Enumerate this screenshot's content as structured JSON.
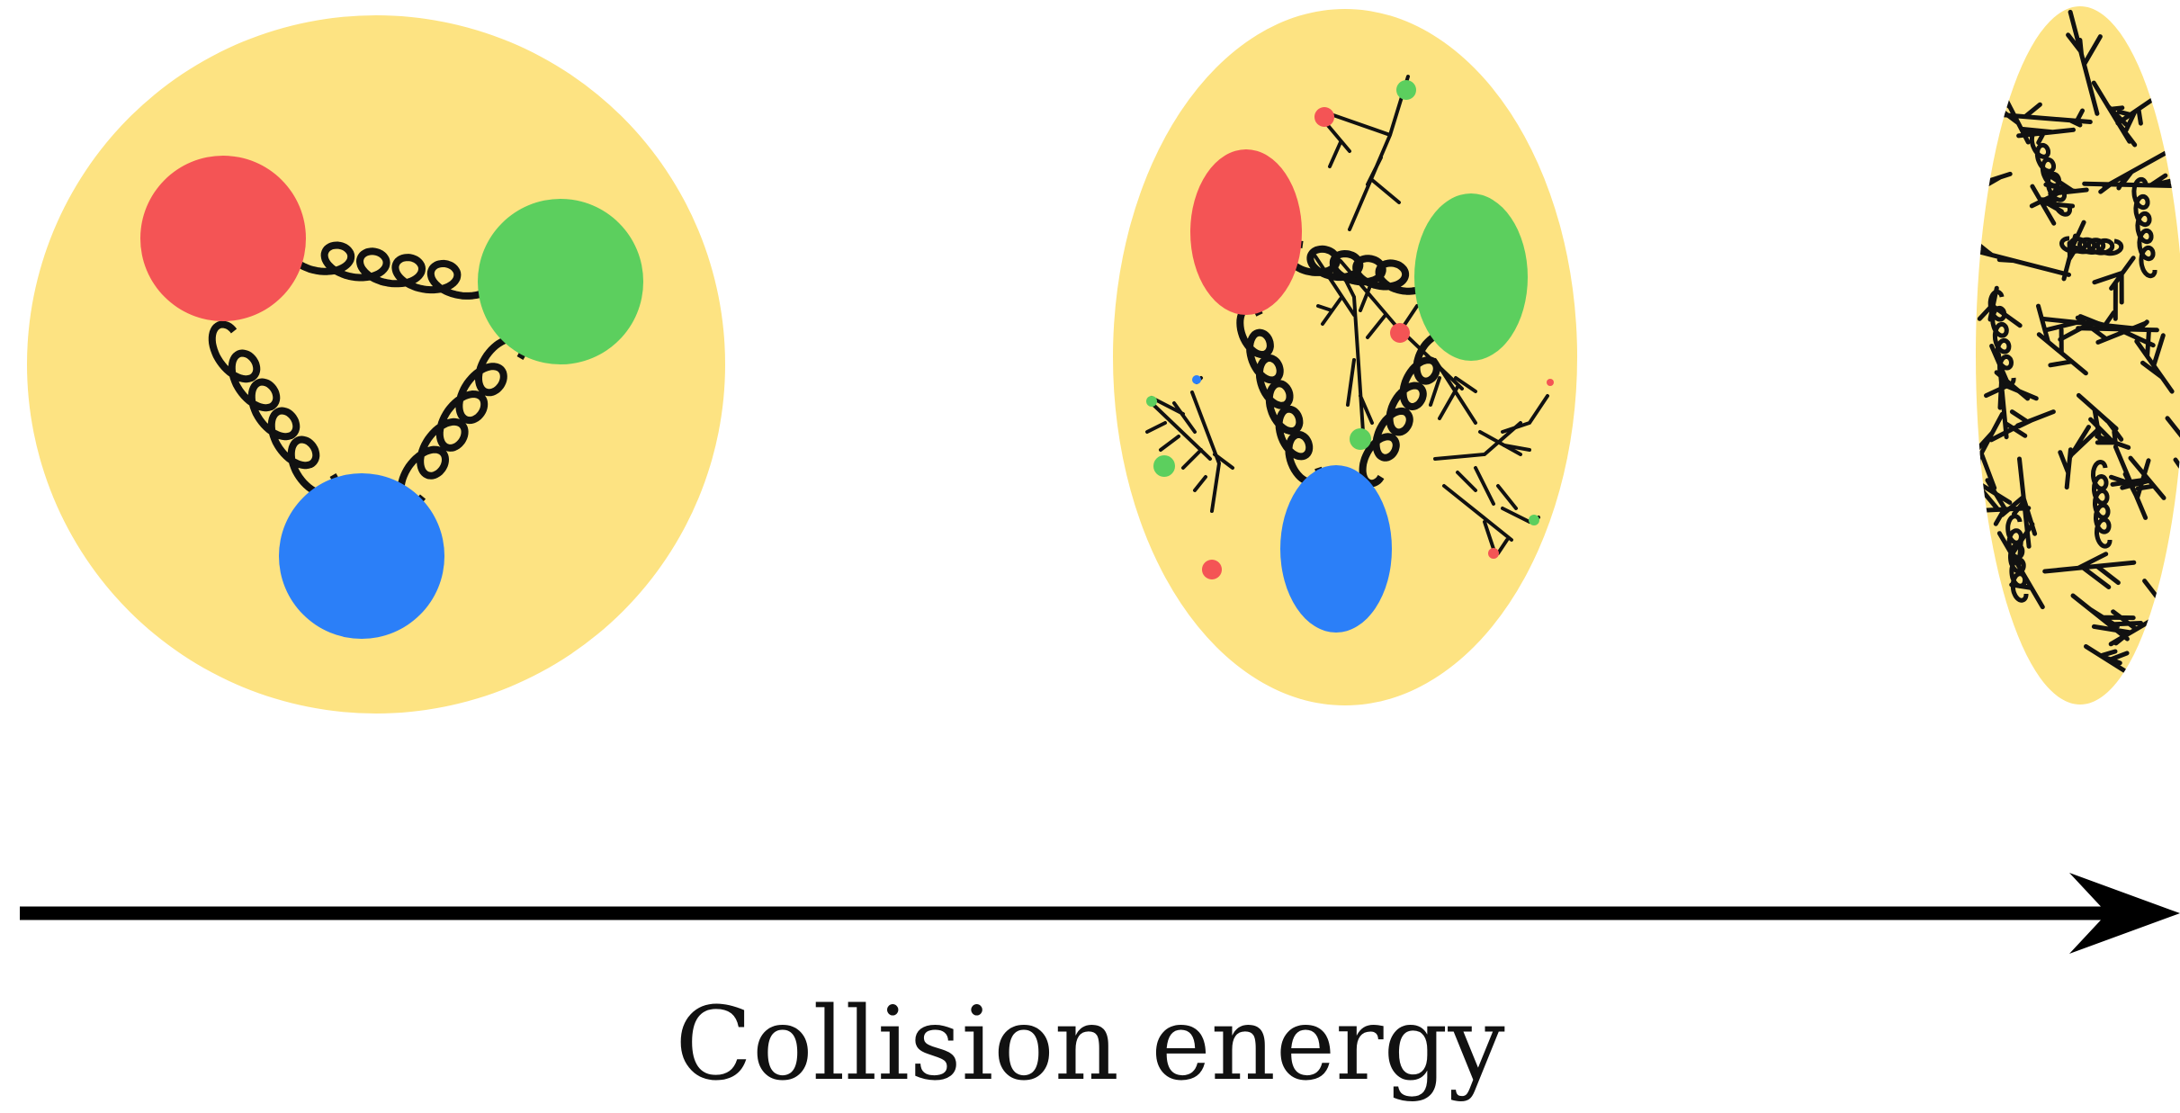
{
  "colors": {
    "background": "#ffffff",
    "hadron": "#fde382",
    "quark_red": "#f45455",
    "quark_green": "#5ccf5e",
    "quark_blue": "#2b7ff8",
    "gluon": "#111111",
    "arrow": "#000000"
  },
  "stages": [
    {
      "name": "low-energy-proton",
      "quarks": 3,
      "gluon_links": 3,
      "sea_branches": 0
    },
    {
      "name": "medium-energy-proton",
      "quarks": 3,
      "gluon_links": 3,
      "sea_branches": 8
    },
    {
      "name": "high-energy-proton",
      "quarks": 0,
      "gluon_links": 0,
      "sea_branches": 40
    }
  ],
  "axis": {
    "label": "Collision energy",
    "direction": "increasing-right"
  }
}
